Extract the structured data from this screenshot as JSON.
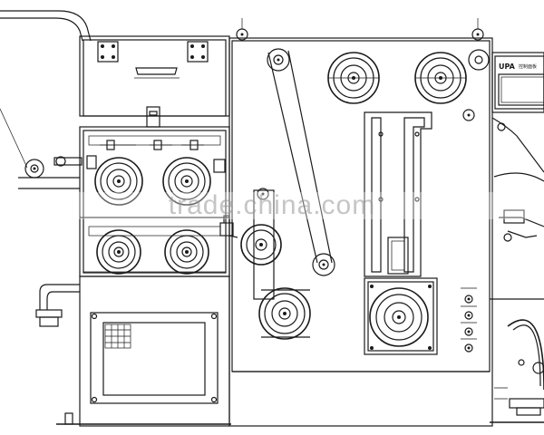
{
  "watermark": "trade.china.com",
  "panel": {
    "logo": "UPA",
    "caption": "控制面板"
  },
  "colors": {
    "line": "#1a1a1a",
    "background": "#ffffff",
    "watermark": "#969696"
  }
}
